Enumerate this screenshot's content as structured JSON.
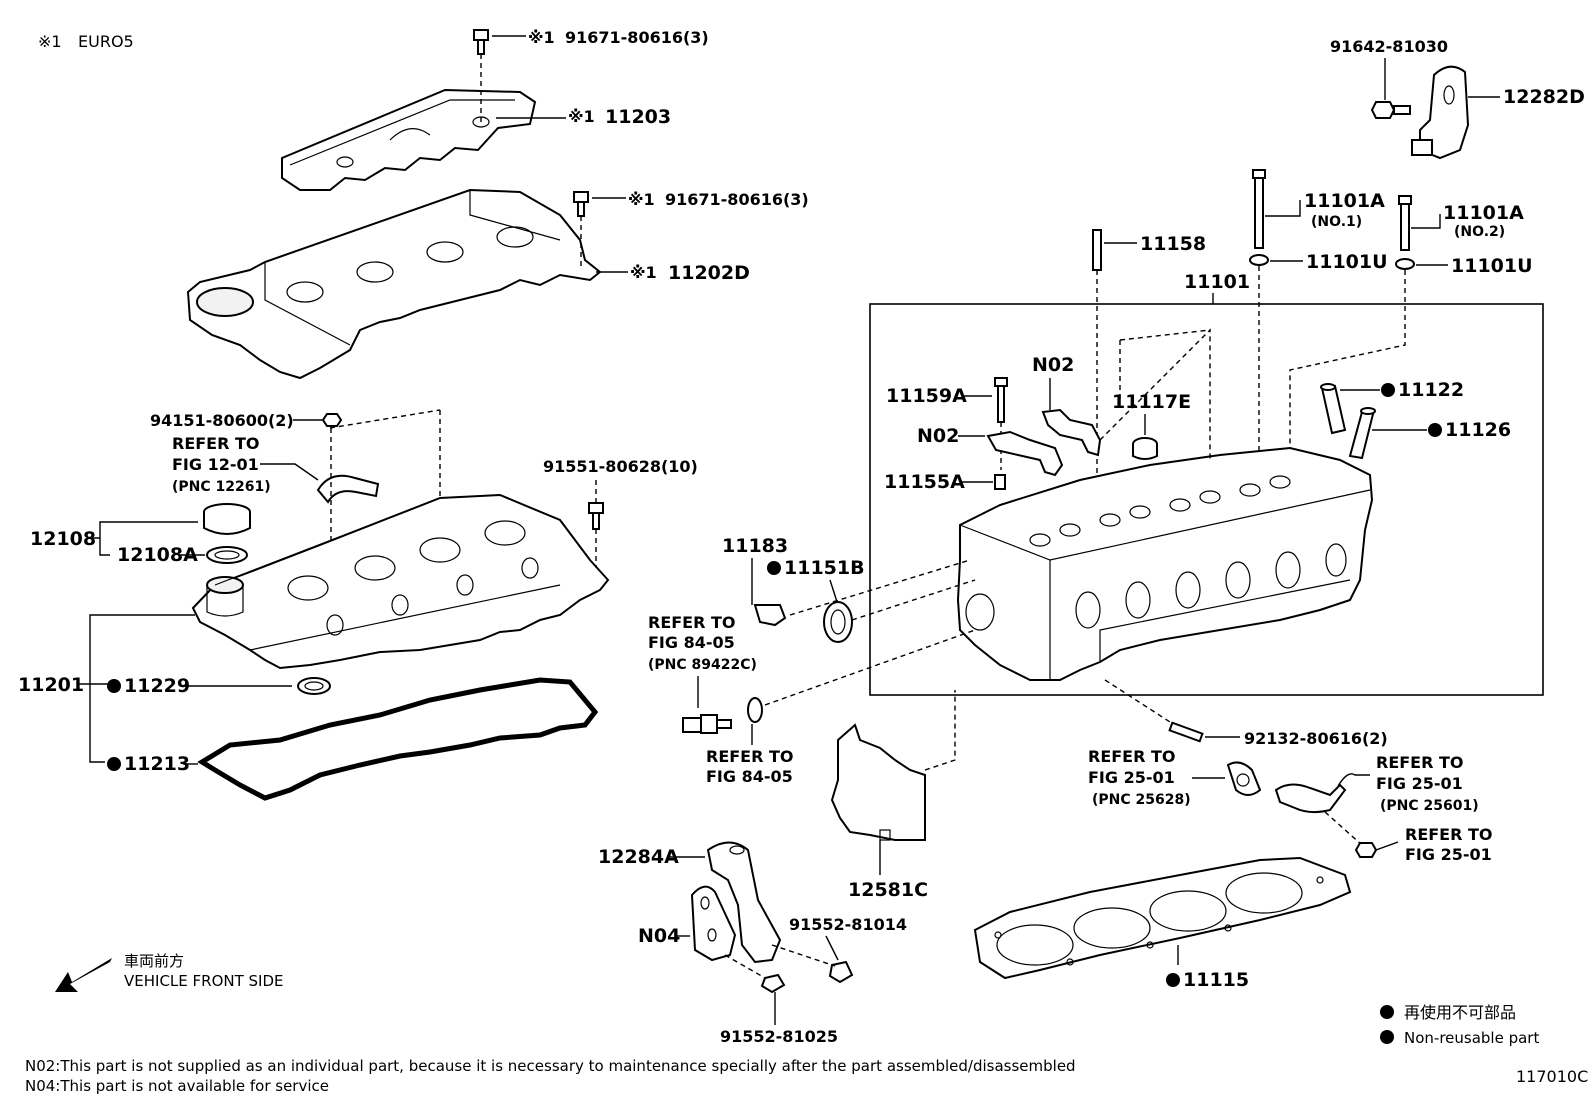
{
  "header": {
    "mark": "※1",
    "mark_meaning": "EURO5"
  },
  "labels": {
    "p_91671a": "91671-80616(3)",
    "p_11203": "11203",
    "p_91671b": "91671-80616(3)",
    "p_11202d": "11202D",
    "p_94151": "94151-80600(2)",
    "ref_12_01_a": "REFER TO",
    "ref_12_01_b": "FIG 12-01",
    "ref_12_01_c": "(PNC 12261)",
    "p_91551": "91551-80628(10)",
    "p_12108": "12108",
    "p_12108a": "12108A",
    "p_11201": "11201",
    "p_11229": "11229",
    "p_11213": "11213",
    "p_91642": "91642-81030",
    "p_12282d": "12282D",
    "p_11101a_1": "11101A",
    "no1": "(NO.1)",
    "p_11101a_2": "11101A",
    "no2": "(NO.2)",
    "p_11158": "11158",
    "p_11101u_1": "11101U",
    "p_11101u_2": "11101U",
    "p_11101": "11101",
    "p_n02_a": "N02",
    "p_n02_b": "N02",
    "p_11159a": "11159A",
    "p_11117e": "11117E",
    "p_11155a": "11155A",
    "p_11122": "11122",
    "p_11126": "11126",
    "p_11183": "11183",
    "p_11151b": "11151B",
    "ref_84_05_a": "REFER TO",
    "ref_84_05_b": "FIG 84-05",
    "ref_84_05_c": "(PNC 89422C)",
    "ref_84_05_d": "REFER TO",
    "ref_84_05_e": "FIG 84-05",
    "p_92132": "92132-80616(2)",
    "ref_25_01_a": "REFER TO",
    "ref_25_01_b": "FIG 25-01",
    "ref_25_01_c": "(PNC 25628)",
    "ref_25_01_d": "REFER TO",
    "ref_25_01_e": "FIG 25-01",
    "ref_25_01_f": "(PNC 25601)",
    "ref_25_01_g": "REFER TO",
    "ref_25_01_h": "FIG 25-01",
    "p_12284a": "12284A",
    "p_12581c": "12581C",
    "p_n04": "N04",
    "p_91552_81014": "91552-81014",
    "p_91552_81025": "91552-81025",
    "p_11115": "11115"
  },
  "direction": {
    "jp": "車両前方",
    "en": "VEHICLE FRONT SIDE"
  },
  "legend": {
    "jp": "再使用不可部品",
    "en": "Non-reusable part"
  },
  "footnotes": {
    "n02": "N02:This part is not supplied as an individual part, because it is necessary to maintenance specially after the part assembled/disassembled",
    "n04": "N04:This part is not available for service"
  },
  "figure_id": "117010C"
}
